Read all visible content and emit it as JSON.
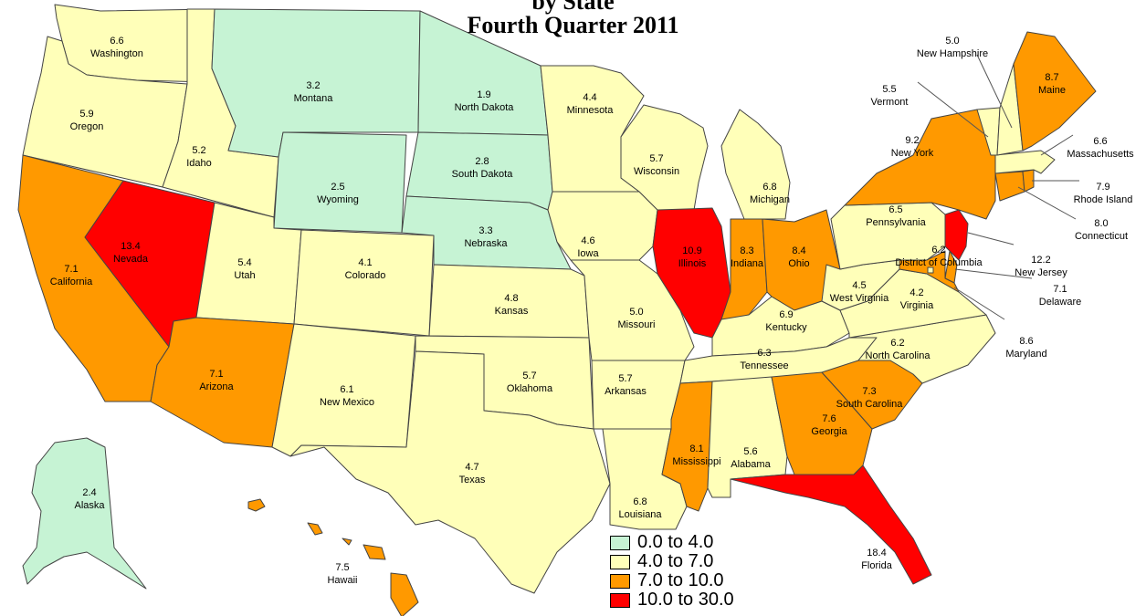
{
  "title": {
    "line1": "by State",
    "line2": "Fourth Quarter 2011"
  },
  "colors": {
    "low": "#c6f3d4",
    "mid": "#ffffb9",
    "high": "#ff9900",
    "top": "#ff0000",
    "border": "#444444"
  },
  "legend": [
    {
      "label": "0.0 to 4.0",
      "cls": "low"
    },
    {
      "label": "4.0 to 7.0",
      "cls": "mid"
    },
    {
      "label": "7.0 to 10.0",
      "cls": "high"
    },
    {
      "label": "10.0 to 30.0",
      "cls": "top"
    }
  ],
  "states": [
    {
      "key": "washington",
      "name": "Washington",
      "value": "6.6",
      "cls": "mid"
    },
    {
      "key": "oregon",
      "name": "Oregon",
      "value": "5.9",
      "cls": "mid"
    },
    {
      "key": "california",
      "name": "California",
      "value": "7.1",
      "cls": "high"
    },
    {
      "key": "nevada",
      "name": "Nevada",
      "value": "13.4",
      "cls": "top"
    },
    {
      "key": "idaho",
      "name": "Idaho",
      "value": "5.2",
      "cls": "mid"
    },
    {
      "key": "montana",
      "name": "Montana",
      "value": "3.2",
      "cls": "low"
    },
    {
      "key": "wyoming",
      "name": "Wyoming",
      "value": "2.5",
      "cls": "low"
    },
    {
      "key": "utah",
      "name": "Utah",
      "value": "5.4",
      "cls": "mid"
    },
    {
      "key": "arizona",
      "name": "Arizona",
      "value": "7.1",
      "cls": "high"
    },
    {
      "key": "colorado",
      "name": "Colorado",
      "value": "4.1",
      "cls": "mid"
    },
    {
      "key": "new-mexico",
      "name": "New Mexico",
      "value": "6.1",
      "cls": "mid"
    },
    {
      "key": "north-dakota",
      "name": "North Dakota",
      "value": "1.9",
      "cls": "low"
    },
    {
      "key": "south-dakota",
      "name": "South Dakota",
      "value": "2.8",
      "cls": "low"
    },
    {
      "key": "nebraska",
      "name": "Nebraska",
      "value": "3.3",
      "cls": "low"
    },
    {
      "key": "kansas",
      "name": "Kansas",
      "value": "4.8",
      "cls": "mid"
    },
    {
      "key": "oklahoma",
      "name": "Oklahoma",
      "value": "5.7",
      "cls": "mid"
    },
    {
      "key": "texas",
      "name": "Texas",
      "value": "4.7",
      "cls": "mid"
    },
    {
      "key": "minnesota",
      "name": "Minnesota",
      "value": "4.4",
      "cls": "mid"
    },
    {
      "key": "iowa",
      "name": "Iowa",
      "value": "4.6",
      "cls": "mid"
    },
    {
      "key": "missouri",
      "name": "Missouri",
      "value": "5.0",
      "cls": "mid"
    },
    {
      "key": "arkansas",
      "name": "Arkansas",
      "value": "5.7",
      "cls": "mid"
    },
    {
      "key": "louisiana",
      "name": "Louisiana",
      "value": "6.8",
      "cls": "mid"
    },
    {
      "key": "wisconsin",
      "name": "Wisconsin",
      "value": "5.7",
      "cls": "mid"
    },
    {
      "key": "illinois",
      "name": "Illinois",
      "value": "10.9",
      "cls": "top"
    },
    {
      "key": "michigan",
      "name": "Michigan",
      "value": "6.8",
      "cls": "mid"
    },
    {
      "key": "indiana",
      "name": "Indiana",
      "value": "8.3",
      "cls": "high"
    },
    {
      "key": "ohio",
      "name": "Ohio",
      "value": "8.4",
      "cls": "high"
    },
    {
      "key": "kentucky",
      "name": "Kentucky",
      "value": "6.9",
      "cls": "mid"
    },
    {
      "key": "tennessee",
      "name": "Tennessee",
      "value": "6.3",
      "cls": "mid"
    },
    {
      "key": "mississippi",
      "name": "Mississippi",
      "value": "8.1",
      "cls": "high"
    },
    {
      "key": "alabama",
      "name": "Alabama",
      "value": "5.6",
      "cls": "mid"
    },
    {
      "key": "georgia",
      "name": "Georgia",
      "value": "7.6",
      "cls": "high"
    },
    {
      "key": "florida",
      "name": "Florida",
      "value": "18.4",
      "cls": "top"
    },
    {
      "key": "south-carolina",
      "name": "South Carolina",
      "value": "7.3",
      "cls": "high"
    },
    {
      "key": "north-carolina",
      "name": "North Carolina",
      "value": "6.2",
      "cls": "mid"
    },
    {
      "key": "virginia",
      "name": "Virginia",
      "value": "4.2",
      "cls": "mid"
    },
    {
      "key": "west-virginia",
      "name": "West Virginia",
      "value": "4.5",
      "cls": "mid"
    },
    {
      "key": "pennsylvania",
      "name": "Pennsylvania",
      "value": "6.5",
      "cls": "mid"
    },
    {
      "key": "new-york",
      "name": "New York",
      "value": "9.2",
      "cls": "high"
    },
    {
      "key": "new-jersey",
      "name": "New Jersey",
      "value": "12.2",
      "cls": "top"
    },
    {
      "key": "delaware",
      "name": "Delaware",
      "value": "7.1",
      "cls": "high"
    },
    {
      "key": "maryland",
      "name": "Maryland",
      "value": "8.6",
      "cls": "high"
    },
    {
      "key": "district-of-columbia",
      "name": "District of Columbia",
      "value": "6.2",
      "cls": "mid"
    },
    {
      "key": "connecticut",
      "name": "Connecticut",
      "value": "8.0",
      "cls": "high"
    },
    {
      "key": "rhode-island",
      "name": "Rhode Island",
      "value": "7.9",
      "cls": "high"
    },
    {
      "key": "massachusetts",
      "name": "Massachusetts",
      "value": "6.6",
      "cls": "mid"
    },
    {
      "key": "vermont",
      "name": "Vermont",
      "value": "5.5",
      "cls": "mid"
    },
    {
      "key": "new-hampshire",
      "name": "New Hampshire",
      "value": "5.0",
      "cls": "mid"
    },
    {
      "key": "maine",
      "name": "Maine",
      "value": "8.7",
      "cls": "high"
    },
    {
      "key": "alaska",
      "name": "Alaska",
      "value": "2.4",
      "cls": "low"
    },
    {
      "key": "hawaii",
      "name": "Hawaii",
      "value": "7.5",
      "cls": "high"
    }
  ]
}
